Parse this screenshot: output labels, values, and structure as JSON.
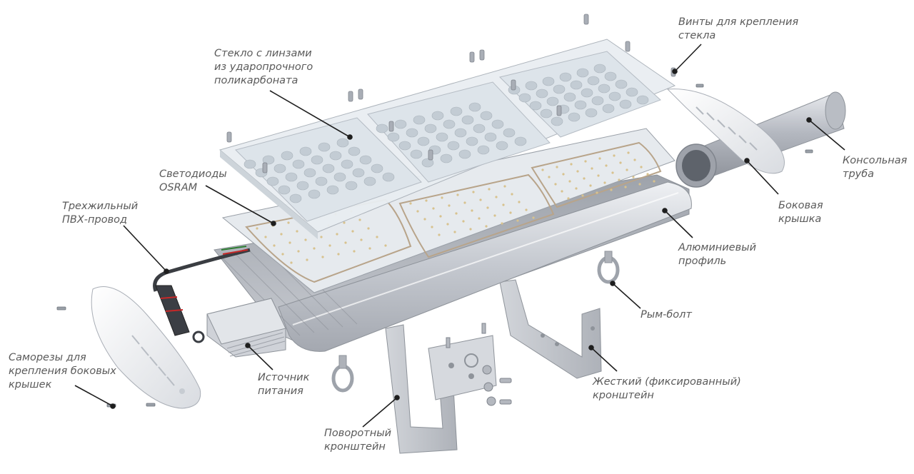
{
  "labels": {
    "glass": "Стекло с линзами\nиз ударопрочного\nполикарбоната",
    "glass_screws": "Винты для крепления\nстекла",
    "leds": "Светодиоды\nOSRAM",
    "wire": "Трехжильный\nПВХ-провод",
    "console_pipe": "Консольная\nтруба",
    "side_cover": "Боковая\nкрышка",
    "profile": "Алюминиевый\nпрофиль",
    "eyebolt": "Рым-болт",
    "self_tapping": "Саморезы для\nкрепления боковых\nкрышек",
    "power_supply": "Источник\nпитания",
    "fixed_bracket": "Жесткий (фиксированный)\nкронштейн",
    "swivel_bracket": "Поворотный\nкронштейн"
  },
  "colors": {
    "label_text": "#5a5a5a",
    "leader_line": "#1e1e1e",
    "aluminum": "#c9ccd2",
    "glass": "#e9eef2",
    "led_board": "#e6eaee"
  }
}
